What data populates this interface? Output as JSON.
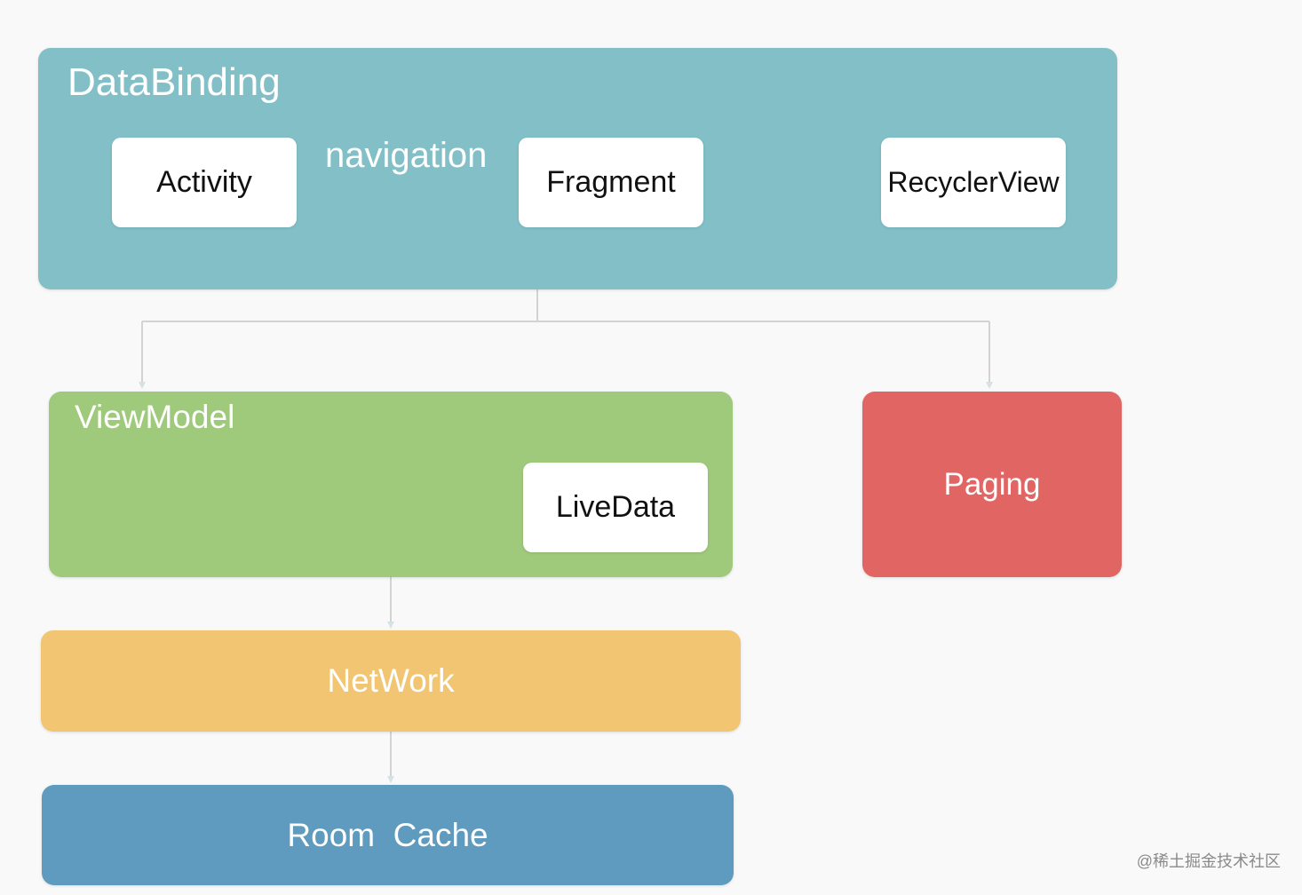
{
  "colors": {
    "databinding": "#83bfc7",
    "viewmodel": "#9fc97b",
    "paging": "#e16663",
    "network": "#f1c572",
    "room_cache": "#5e9bbf",
    "connector": "#d6e1e4"
  },
  "databinding": {
    "title": "DataBinding",
    "cards": {
      "activity": "Activity",
      "fragment": "Fragment",
      "recyclerview": "RecyclerView"
    },
    "navigation_label": "navigation"
  },
  "viewmodel": {
    "title": "ViewModel",
    "livedata": "LiveData"
  },
  "paging": {
    "label": "Paging"
  },
  "network": {
    "label": "NetWork"
  },
  "room_cache": {
    "label": "Room  Cache"
  },
  "watermark": "@稀土掘金技术社区"
}
